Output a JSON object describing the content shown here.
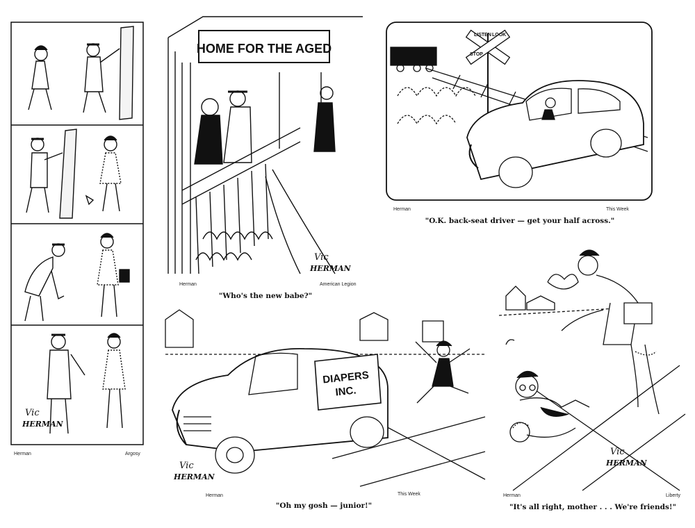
{
  "cartoons": [
    {
      "id": "sailor-strip",
      "credit_left": "Herman",
      "credit_right": "Argosy",
      "caption": "",
      "signature": "Vic HERMAN"
    },
    {
      "id": "home-for-aged",
      "sign": "HOME FOR THE AGED",
      "credit_left": "Herman",
      "credit_right": "American Legion",
      "caption": "\"Who's the new babe?\"",
      "signature": "Vic HERMAN"
    },
    {
      "id": "train-car",
      "crossing_sign": [
        "STOP",
        "LISTEN",
        "LOOK"
      ],
      "credit_left": "Herman",
      "credit_right": "This Week",
      "caption": "\"O.K. back-seat driver — get your half across.\""
    },
    {
      "id": "diapers-van",
      "van_text": [
        "DIAPERS",
        "INC."
      ],
      "credit_left": "Herman",
      "credit_right": "This Week",
      "caption": "\"Oh my gosh — junior!\"",
      "signature": "Vic HERMAN"
    },
    {
      "id": "kids-fighting",
      "credit_left": "Herman",
      "credit_right": "Liberty",
      "caption": "\"It's all right, mother . . . We're friends!\"",
      "signature": "Vic HERMAN"
    }
  ]
}
